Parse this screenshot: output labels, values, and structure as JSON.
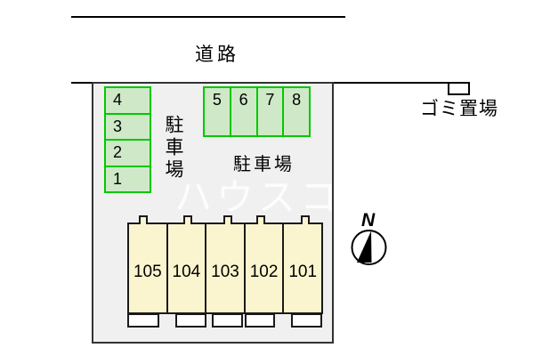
{
  "diagram": {
    "road_label": "道路",
    "garbage_label": "ゴミ置場",
    "parking_left": {
      "label": "駐車場",
      "spaces": [
        "4",
        "3",
        "2",
        "1"
      ]
    },
    "parking_top": {
      "label": "駐車場",
      "spaces": [
        "5",
        "6",
        "7",
        "8"
      ]
    },
    "building_units": [
      "105",
      "104",
      "103",
      "102",
      "101"
    ],
    "compass_label": "N",
    "watermark": "ハウスコ",
    "colors": {
      "parking_fill": "#cfe9c8",
      "parking_border": "#00c800",
      "unit_fill": "#fbf5cf",
      "plot_fill": "#f0f0f0"
    }
  }
}
